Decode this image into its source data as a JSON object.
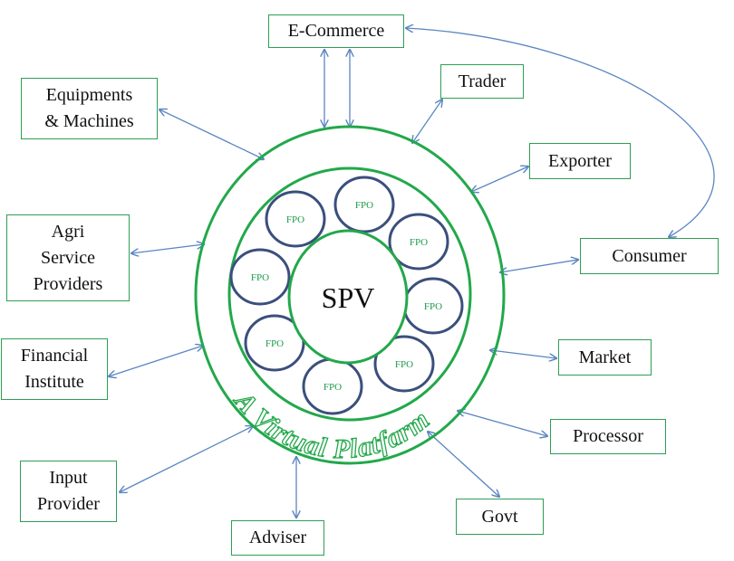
{
  "center": {
    "label": "SPV"
  },
  "ring_label": "A Virtual Platfarm",
  "fpo_label": "FPO",
  "fpo_count": 8,
  "stakeholders": [
    {
      "id": "ecommerce",
      "label": "E-Commerce"
    },
    {
      "id": "trader",
      "label": "Trader"
    },
    {
      "id": "exporter",
      "label": "Exporter"
    },
    {
      "id": "consumer",
      "label": "Consumer"
    },
    {
      "id": "market",
      "label": "Market"
    },
    {
      "id": "processor",
      "label": "Processor"
    },
    {
      "id": "govt",
      "label": "Govt"
    },
    {
      "id": "adviser",
      "label": "Adviser"
    },
    {
      "id": "input-provider",
      "label": "Input\nProvider"
    },
    {
      "id": "financial-institute",
      "label": "Financial\nInstitute"
    },
    {
      "id": "agri-service-providers",
      "label": "Agri\nService\nProviders"
    },
    {
      "id": "equipments-machines",
      "label": "Equipments\n& Machines"
    }
  ],
  "colors": {
    "ring_green": "#22a84a",
    "box_border": "#2e9e55",
    "fpo_border": "#3b4f7c",
    "fpo_text": "#1e9a4c",
    "arrow_blue": "#5a86c0",
    "text_dark": "#111111"
  }
}
